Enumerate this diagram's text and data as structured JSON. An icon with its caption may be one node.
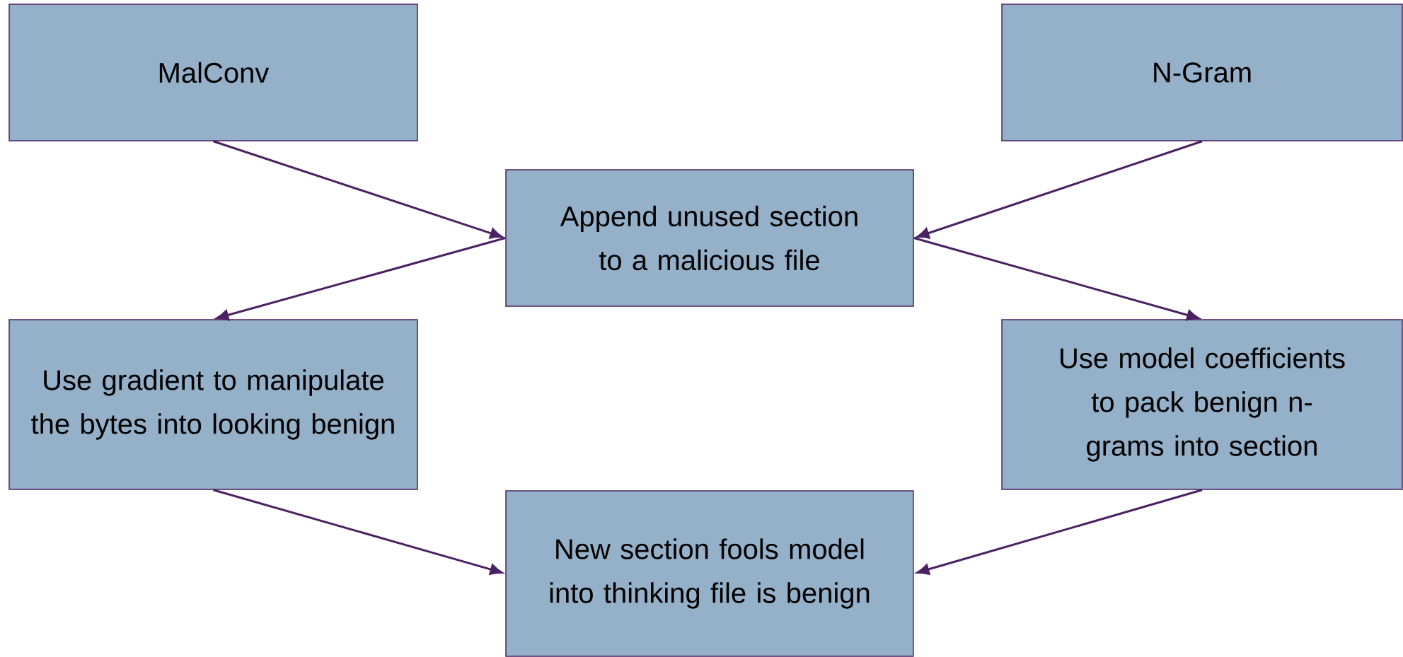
{
  "diagram": {
    "nodes": [
      {
        "text": [
          "MalConv"
        ]
      },
      {
        "text": [
          "N-Gram"
        ]
      },
      {
        "text": [
          "Append unused section to a malicious file"
        ]
      },
      {
        "text": [
          "Use gradient to manipulate the bytes into looking benign"
        ]
      },
      {
        "text": [
          "Use model coefficients to pack benign n-grams into section"
        ]
      },
      {
        "text": [
          "New section fools model into thinking file is benign"
        ]
      }
    ],
    "edges": [
      {
        "from": 0,
        "to": 2,
        "arrow": "to"
      },
      {
        "from": 1,
        "to": 2,
        "arrow": "to"
      },
      {
        "from": 2,
        "to": 3,
        "arrow": "to"
      },
      {
        "from": 2,
        "to": 4,
        "arrow": "to"
      },
      {
        "from": 3,
        "to": 5,
        "arrow": "to"
      },
      {
        "from": 4,
        "to": 5,
        "arrow": "to"
      }
    ]
  }
}
